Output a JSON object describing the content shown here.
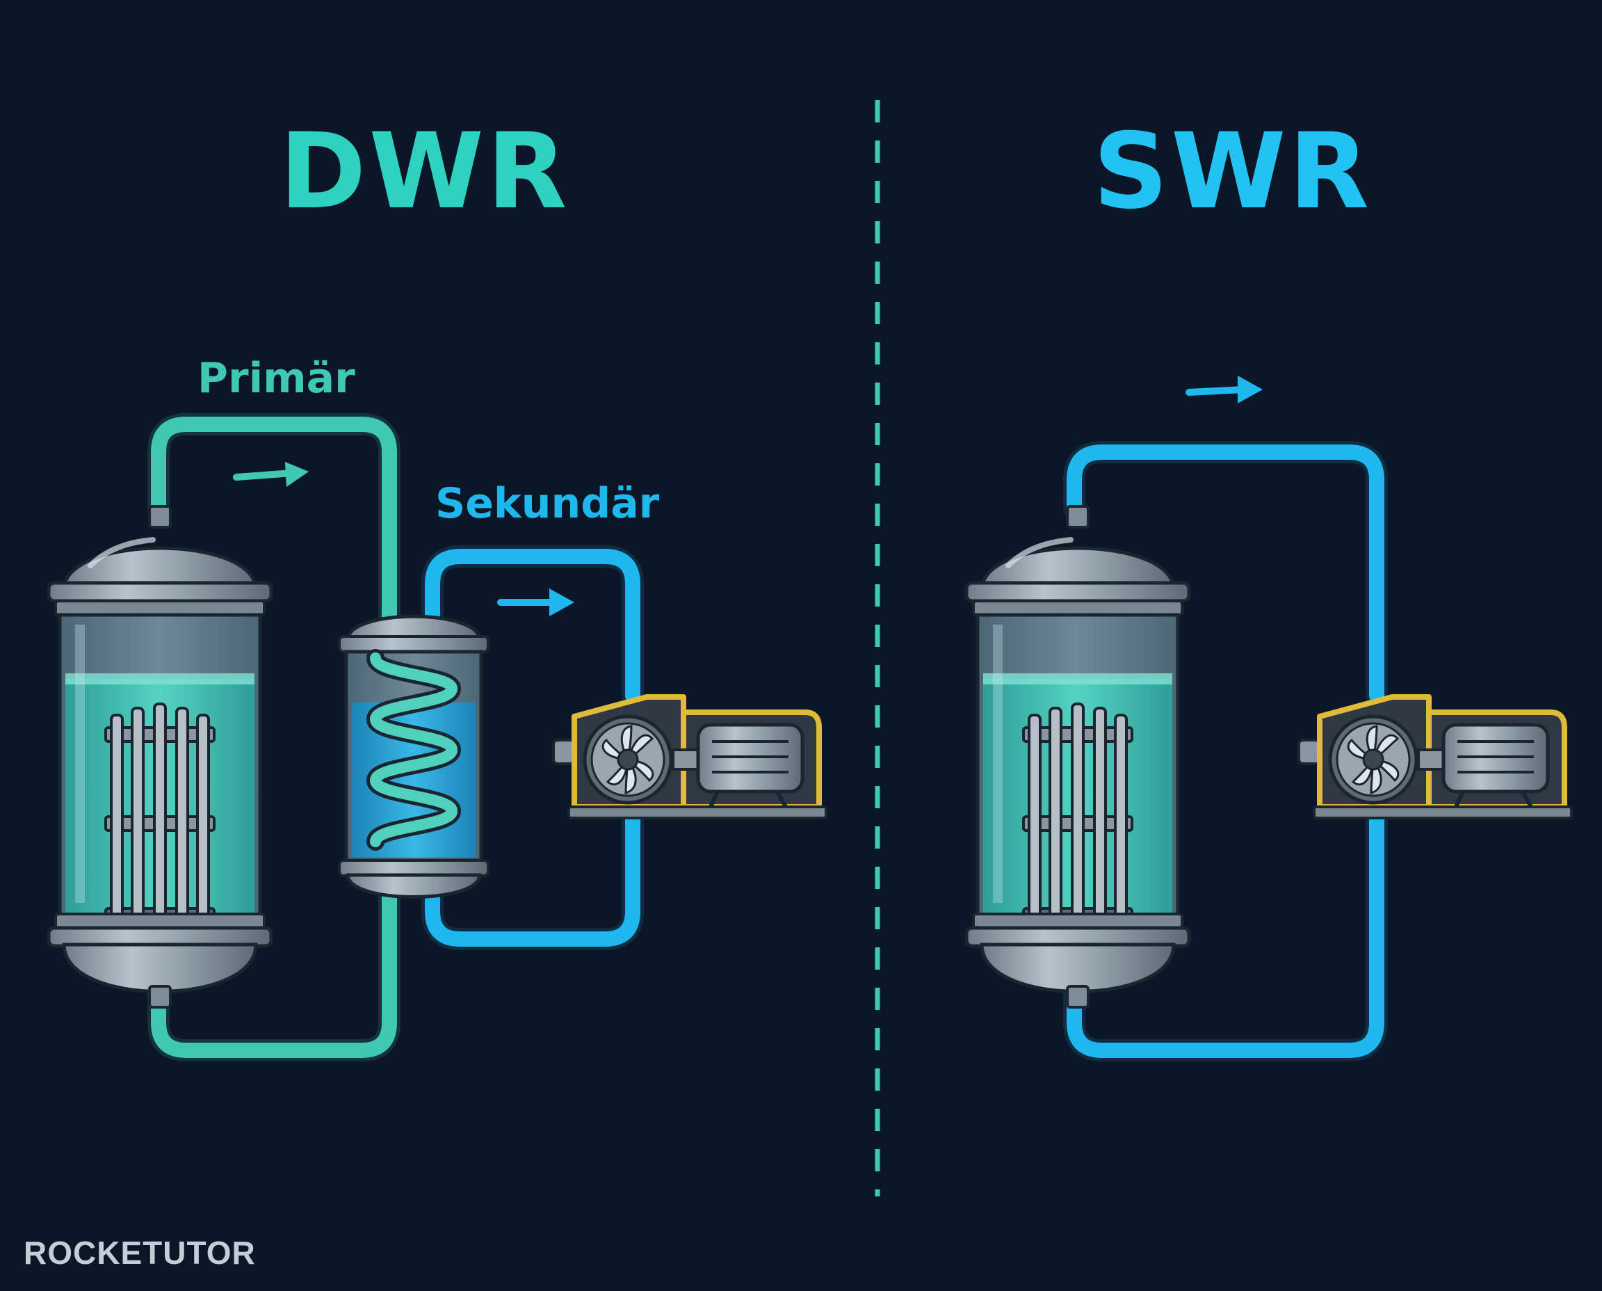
{
  "titles": {
    "left": "DWR",
    "right": "SWR"
  },
  "labels": {
    "primary": "Primär",
    "secondary": "Sekundär"
  },
  "logo": "ROCKETUTOR",
  "colors": {
    "background": "#0b1726",
    "primary_loop": "#3fc9b4",
    "secondary_loop": "#1fb8ee",
    "dwr_title": "#2fd1c0",
    "swr_title": "#22c3f2",
    "divider": "#3fc9b4",
    "water": "#48c9b9",
    "vessel_metal": "#8c9aa6",
    "turbine_housing": "#e0bb3a"
  },
  "icons": [
    "reactor-vessel-icon",
    "steam-generator-icon",
    "turbine-generator-icon",
    "flow-arrow-icon"
  ]
}
